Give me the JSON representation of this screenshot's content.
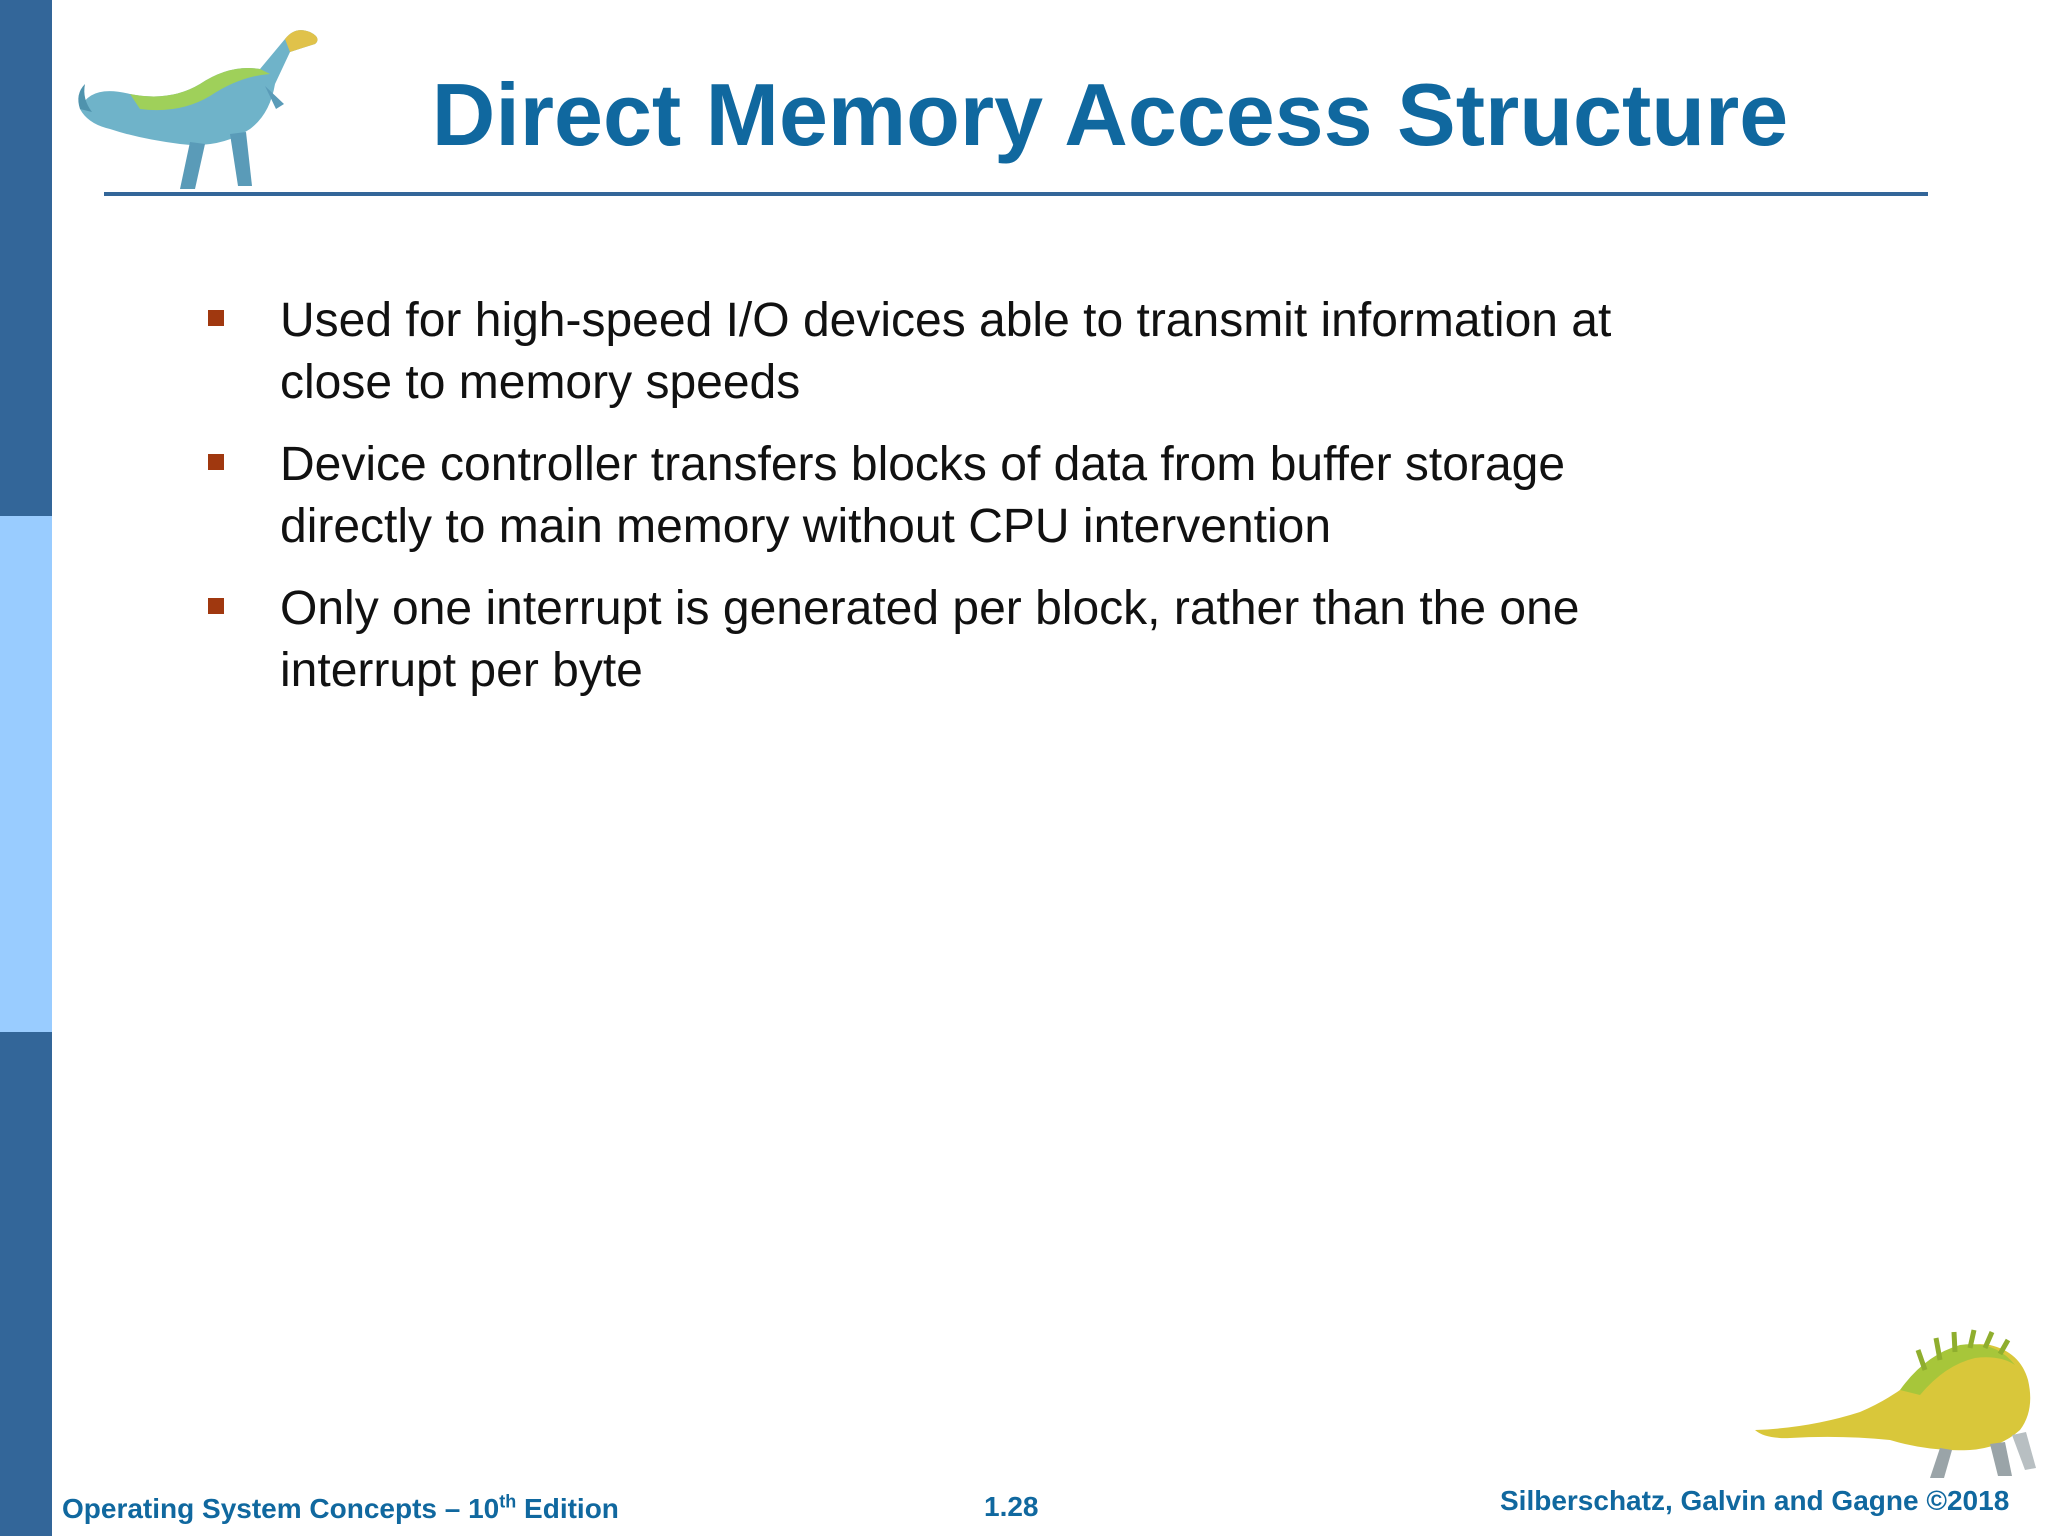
{
  "slide": {
    "title": "Direct Memory Access Structure",
    "bullets": [
      "Used for high-speed I/O devices able to transmit information at close to memory speeds",
      "Device controller transfers blocks of data from buffer storage directly to main memory without CPU intervention",
      "Only one interrupt is generated per block, rather than the one interrupt per byte"
    ]
  },
  "footer": {
    "book_title_prefix": "Operating System Concepts – 10",
    "book_title_superscript": "th",
    "book_title_suffix": " Edition",
    "slide_number": "1.28",
    "copyright": "Silberschatz, Galvin and Gagne ©2018"
  },
  "colors": {
    "title_blue": "#10689f",
    "sidebar_dark": "#336699",
    "sidebar_light": "#99ccff",
    "bullet_marker": "#a0380f",
    "body_text": "#111111"
  },
  "icons": {
    "top_logo": "dinosaur-icon",
    "bottom_logo": "dinosaur-icon"
  }
}
